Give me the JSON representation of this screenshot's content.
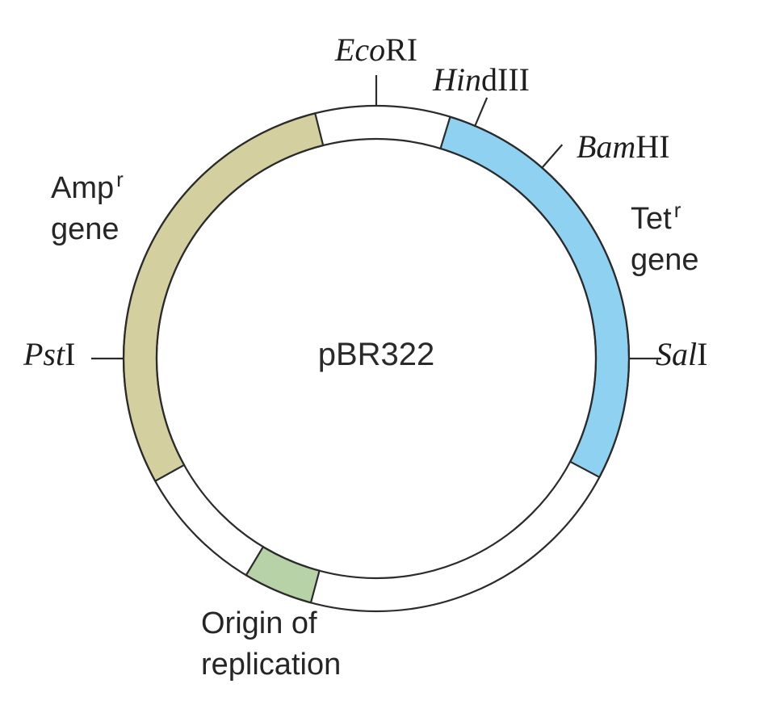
{
  "plasmid": {
    "name": "pBR322"
  },
  "genes": {
    "amp": {
      "name": "Amp",
      "sup": "r",
      "line2": "gene",
      "color": "#d4cf9f"
    },
    "tet": {
      "name": "Tet",
      "sup": "r",
      "line2": "gene",
      "color": "#8fd1f1"
    },
    "ori": {
      "line1": "Origin of",
      "line2": "replication",
      "color": "#b6d2a6"
    }
  },
  "sites": {
    "ecori": {
      "italic": "Eco",
      "roman": "RI"
    },
    "hindiii": {
      "italic": "Hin",
      "roman": "dIII"
    },
    "bamhi": {
      "italic": "Bam",
      "roman": "HI"
    },
    "sali": {
      "italic": "Sal",
      "roman": "I"
    },
    "psti": {
      "italic": "Pst",
      "roman": "I"
    }
  }
}
